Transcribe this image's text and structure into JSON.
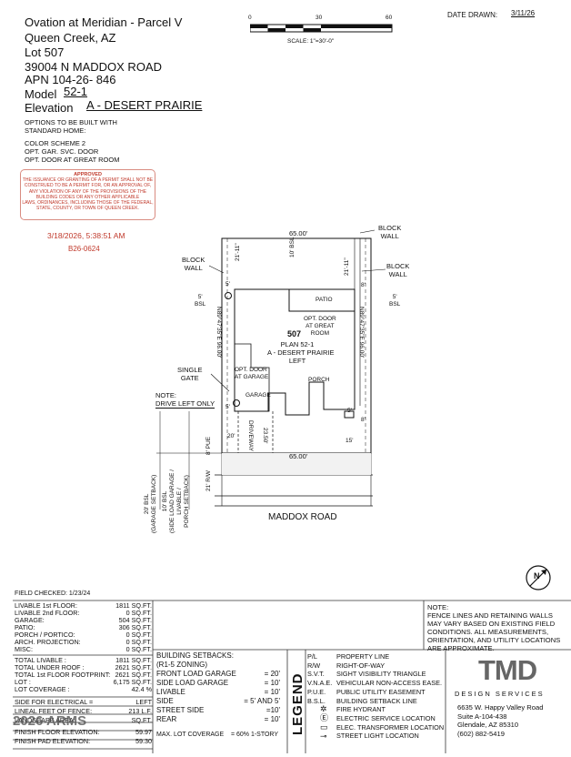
{
  "header": {
    "project": "Ovation at Meridian - Parcel V",
    "city": "Queen Creek, AZ",
    "lot": "Lot  507",
    "address": "39004 N MADDOX ROAD",
    "apn": "APN 104-26- 846",
    "model_label": "Model",
    "model": "52-1",
    "elevation_label": "Elevation",
    "elevation": "A - DESERT PRAIRIE"
  },
  "options": {
    "intro1": "OPTIONS TO BE BUILT WITH",
    "intro2": "STANDARD HOME:",
    "items": [
      "COLOR SCHEME 2",
      "OPT. GAR. SVC. DOOR",
      "OPT. DOOR AT GREAT ROOM"
    ]
  },
  "stamp": {
    "title": "APPROVED",
    "lines": [
      "THE ISSUANCE OR GRANTING OF A PERMIT SHALL NOT BE",
      "CONSTRUED TO BE A PERMIT FOR, OR AN APPROVAL OF,",
      "ANY VIOLATION OF ANY OF THE PROVISIONS OF THE",
      "BUILDING CODES OR ANY OTHER APPLICABLE",
      "LAWS, ORDINANCES, INCLUDING THOSE OF THE FEDERAL,",
      "STATE, COUNTY, OR TOWN OF QUEEN CREEK."
    ],
    "timestamp": "3/18/2026, 5:38:51 AM",
    "permit": "B26-0624"
  },
  "scale": {
    "t0": "0",
    "t30": "30",
    "t60": "60",
    "label": "SCALE:  1\"=30'-0\""
  },
  "date_drawn": {
    "label": "DATE DRAWN:",
    "value": "3/11/26"
  },
  "plan": {
    "lot_number": "507",
    "plan_name": "PLAN 52-1",
    "elevation": "A - DESERT PRAIRIE",
    "side": "LEFT",
    "top_width": "65.00'",
    "bottom_width": "65.00'",
    "right_len": "N89°47'35\"E 96.00'",
    "left_len": "N89°47'35\"E 96.00'",
    "road": "MADDOX ROAD",
    "patio": "PATIO",
    "opt_door_great": [
      "OPT. DOOR",
      "AT GREAT",
      "ROOM"
    ],
    "opt_door_garage": [
      "OPT. DOOR",
      "AT GARAGE"
    ],
    "garage": "GARAGE",
    "porch": "PORCH",
    "driveway": "DRIVEWAY",
    "drive_width": "23.50'",
    "block_wall_left": [
      "BLOCK",
      "WALL"
    ],
    "block_wall_right_top": [
      "BLOCK",
      "WALL"
    ],
    "block_wall_right": [
      "BLOCK",
      "WALL"
    ],
    "single_gate": [
      "SINGLE",
      "GATE"
    ],
    "note": [
      "NOTE:",
      "DRIVE LEFT ONLY"
    ],
    "dim_21_11_left": "21'-11\"",
    "dim_21_11_right": "21'-11\"",
    "dim_10_bsl": "10' BSL",
    "dim_5_bsl_left": [
      "5'",
      "BSL"
    ],
    "dim_5_bsl_right": [
      "5'",
      "BSL"
    ],
    "dim_5_a": "5'",
    "dim_5_b": "5'",
    "dim_5_c": "5'",
    "dim_8_a": "8'",
    "dim_8_b": "8'",
    "dim_20": "20'",
    "dim_15": "15'",
    "dim_8_pue": "8' PUE",
    "dim_21_rw": "21' R/W",
    "setback_20": [
      "20' BSL",
      "(GARAGE SETBACK)"
    ],
    "setback_10": [
      "10' BSL",
      "(SIDE LOAD GARAGE /",
      "LIVABLE /",
      "PORCH SETBACK)"
    ]
  },
  "field_checked": "FIELD CHECKED: 1/23/24",
  "areas": [
    {
      "k": "LIVABLE 1st FLOOR:",
      "v": "1811 SQ.FT."
    },
    {
      "k": "LIVABLE 2nd FLOOR:",
      "v": "0 SQ.FT."
    },
    {
      "k": "GARAGE:",
      "v": "504 SQ.FT."
    },
    {
      "k": "PATIO:",
      "v": "306 SQ.FT."
    },
    {
      "k": "PORCH / PORTICO:",
      "v": "0 SQ.FT."
    },
    {
      "k": "ARCH. PROJECTION:",
      "v": "0 SQ.FT."
    },
    {
      "k": "MISC:",
      "v": "0 SQ.FT."
    }
  ],
  "totals": [
    {
      "k": "TOTAL LIVABLE :",
      "v": "1811 SQ.FT."
    },
    {
      "k": "TOTAL UNDER ROOF :",
      "v": "2621 SQ.FT."
    },
    {
      "k": "TOTAL 1st FLOOR FOOTPRINT:",
      "v": "2621 SQ.FT."
    },
    {
      "k": "LOT :",
      "v": "6,175 SQ.FT."
    },
    {
      "k": "LOT COVERAGE :",
      "v": "42.4  %"
    }
  ],
  "electrical": {
    "k": "SIDE FOR ELECTRICAL =",
    "v": "LEFT"
  },
  "fence": {
    "k": "LINEAL FEET OF FENCE:",
    "v": "213  L.F."
  },
  "landscape": {
    "k": "LANDSCAPE AREA:",
    "v": "SQ.FT."
  },
  "floor_elev": {
    "k": "FINISH FLOOR ELEVATION:",
    "v": "59.97"
  },
  "pad_elev": {
    "k": "FINISH PAD ELEVATION:",
    "v": "59.30"
  },
  "setbacks": {
    "title": "BUILDING SETBACKS:",
    "zoning": "(R1-5 ZONING)",
    "items": [
      {
        "k": "FRONT LOAD GARAGE",
        "v": "= 20'"
      },
      {
        "k": "SIDE LOAD GARAGE",
        "v": "= 10'"
      },
      {
        "k": "LIVABLE",
        "v": "= 10'"
      },
      {
        "k": "SIDE",
        "v": "= 5' AND 5'"
      },
      {
        "k": "STREET SIDE",
        "v": "=10'"
      },
      {
        "k": "REAR",
        "v": "= 10'"
      }
    ],
    "max_cov_k": "MAX. LOT COVERAGE",
    "max_cov_v": "= 60% 1-STORY"
  },
  "legend": {
    "title": "LEGEND",
    "items": [
      {
        "abbr": "P/L",
        "text": "PROPERTY LINE"
      },
      {
        "abbr": "R/W",
        "text": "RIGHT-OF-WAY"
      },
      {
        "abbr": "S.V.T.",
        "text": "SIGHT VISIBILITY TRIANGLE"
      },
      {
        "abbr": "V.N.A.E.",
        "text": "VEHICULAR NON-ACCESS EASE."
      },
      {
        "abbr": "P.U.E.",
        "text": "PUBLIC UTILITY EASEMENT"
      },
      {
        "abbr": "B.S.L.",
        "text": "BUILDING SETBACK LINE"
      },
      {
        "abbr": "",
        "text": "FIRE HYDRANT"
      },
      {
        "abbr": "",
        "text": "ELECTRIC SERVICE LOCATION"
      },
      {
        "abbr": "",
        "text": "ELEC. TRANSFORMER LOCATION"
      },
      {
        "abbr": "",
        "text": "STREET LIGHT LOCATION"
      }
    ]
  },
  "note_box": {
    "title": "NOTE:",
    "lines": [
      "FENCE LINES AND RETAINING WALLS",
      "MAY VARY BASED ON EXISTING FIELD",
      "CONDITIONS.  ALL MEASUREMENTS,",
      "ORIENTATION, AND UTILITY LOCATIONS",
      "ARE  APPROXIMATE."
    ]
  },
  "company": {
    "logo": "TMD",
    "name": "DESIGN SERVICES",
    "addr1": "6635 W. Happy Valley Road",
    "addr2": "Suite A-104-438",
    "addr3": "Glendale, AZ 85310",
    "phone": "(602) 882-5419"
  },
  "watermark": "2026 ARMS",
  "north": "N"
}
